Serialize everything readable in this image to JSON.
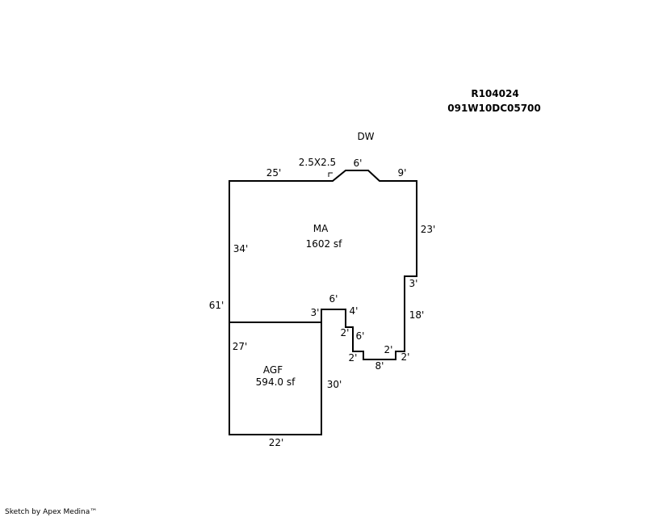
{
  "parcel": {
    "id": "R104024",
    "number": "091W10DC05700"
  },
  "dw_label": "DW",
  "areas": {
    "main": {
      "name": "MA",
      "size": "1602 sf"
    },
    "garage": {
      "name": "AGF",
      "size": "594.0 sf"
    }
  },
  "dimensions": {
    "top_left": "25'",
    "stoop": "2.5X2.5",
    "bump_top": "6'",
    "top_right": "9'",
    "right_upper": "23'",
    "right_jog": "3'",
    "right_lower": "18'",
    "left_upper": "34'",
    "left_total": "61'",
    "garage_left": "27'",
    "garage_right": "30'",
    "garage_bottom": "22'",
    "step_top": "6'",
    "step_top_jog": "3'",
    "step_down_a": "4'",
    "step_jog_a": "2'",
    "step_down_b": "6'",
    "step_jog_b": "2'",
    "bottom_run": "8'",
    "step_jog_c": "2'",
    "step_jog_d": "2'"
  },
  "footer": "Sketch by Apex Medina™"
}
